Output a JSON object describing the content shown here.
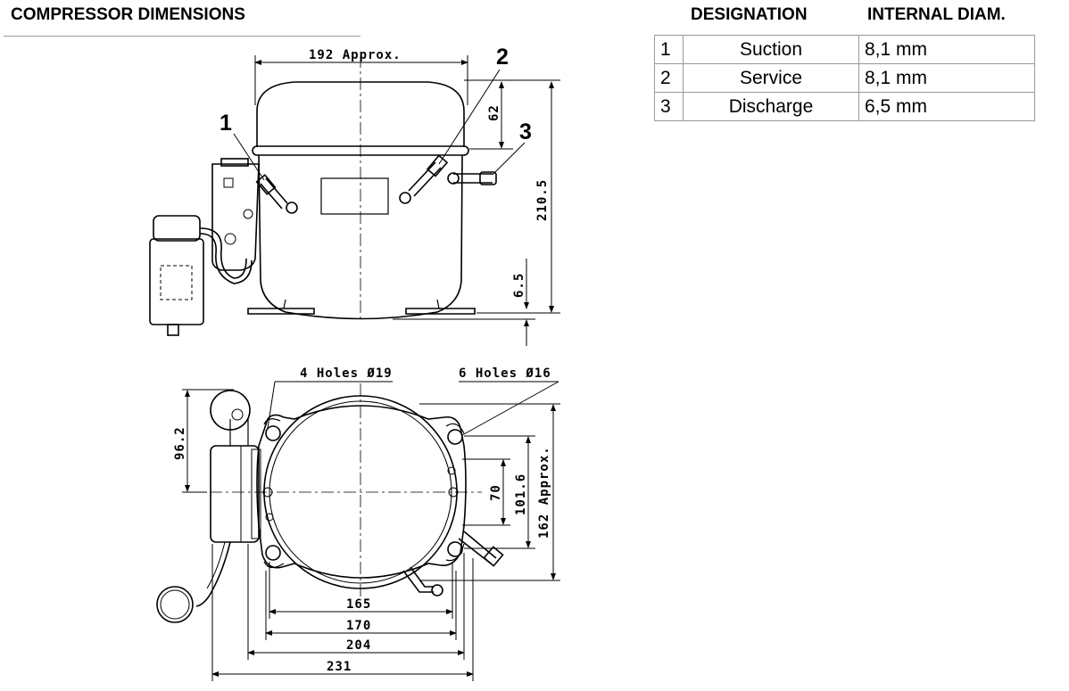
{
  "title": "COMPRESSOR DIMENSIONS",
  "spec_table": {
    "header_designation": "DESIGNATION",
    "header_internal_diam": "INTERNAL DIAM.",
    "rows": [
      {
        "num": "1",
        "designation": "Suction",
        "diameter": "8,1 mm"
      },
      {
        "num": "2",
        "designation": "Service",
        "diameter": "8,1 mm"
      },
      {
        "num": "3",
        "designation": "Discharge",
        "diameter": "6,5 mm"
      }
    ]
  },
  "side_view": {
    "width_label": "192 Approx.",
    "dim_62": "62",
    "dim_210_5": "210.5",
    "dim_6_5": "6.5",
    "callout_1": "1",
    "callout_2": "2",
    "callout_3": "3"
  },
  "top_view": {
    "holes_4": "4 Holes Ø19",
    "holes_6": "6 Holes Ø16",
    "dim_96_2": "96.2",
    "dim_70": "70",
    "dim_101_6": "101.6",
    "dim_162": "162 Approx.",
    "dim_165": "165",
    "dim_170": "170",
    "dim_204": "204",
    "dim_231": "231"
  }
}
